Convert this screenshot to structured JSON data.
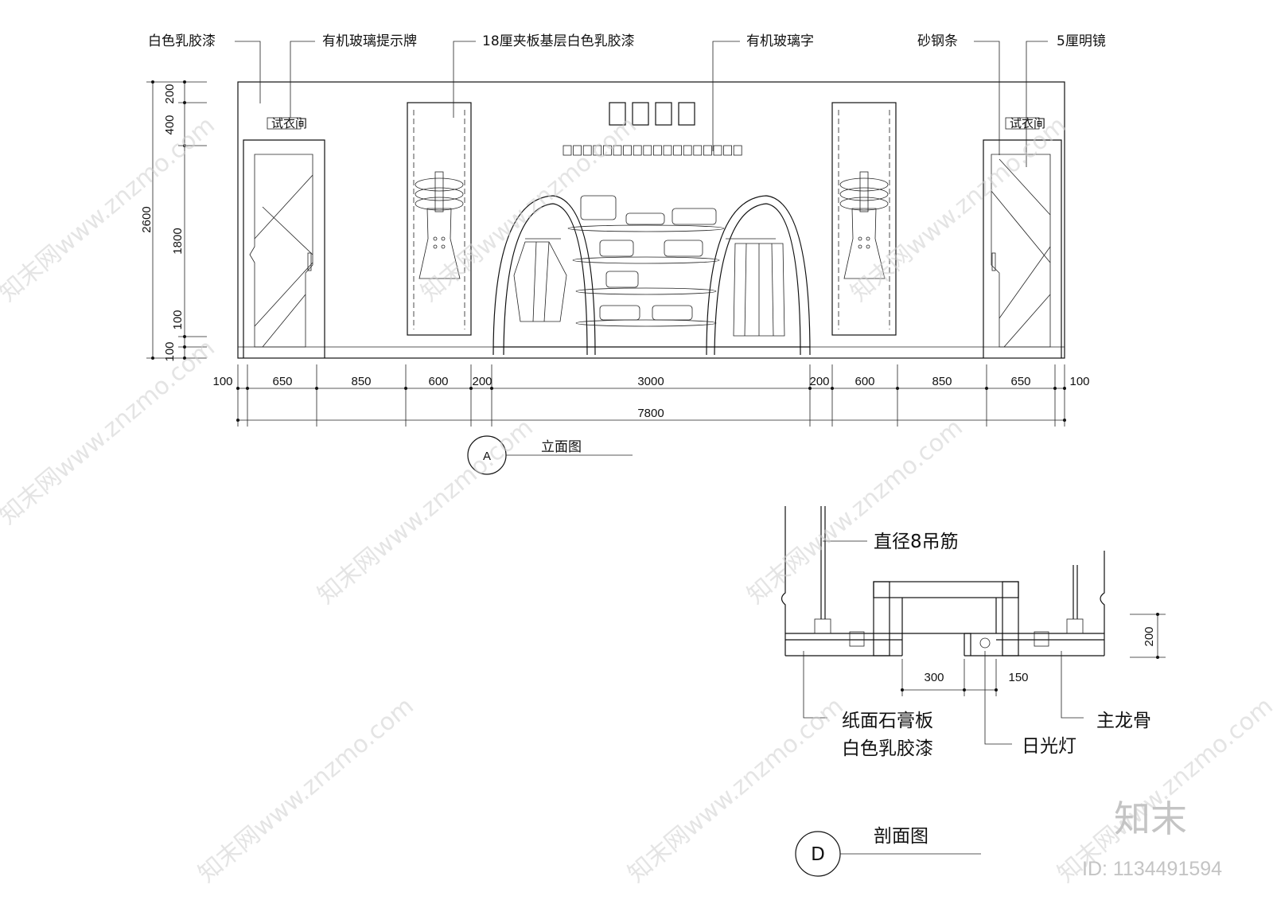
{
  "elevation": {
    "labels": {
      "white_latex_paint": "白色乳胶漆",
      "acrylic_sign": "有机玻璃提示牌",
      "plywood_latex": "18厘夹板基层白色乳胶漆",
      "acrylic_letters": "有机玻璃字",
      "frosted_steel": "砂钢条",
      "mirror": "5厘明镜",
      "fitting_room": "试衣间"
    },
    "vertical_dims": {
      "d200": "200",
      "d400": "400",
      "d2600": "2600",
      "d1800": "1800",
      "d100a": "100",
      "d100b": "100"
    },
    "horizontal_dims": [
      "100",
      "650",
      "850",
      "600",
      "200",
      "3000",
      "200",
      "600",
      "850",
      "650",
      "100"
    ],
    "total_width": "7800",
    "marker": "A",
    "title": "立面图"
  },
  "section": {
    "labels": {
      "hanger_rod": "直径8吊筋",
      "gypsum_board": "纸面石膏板",
      "white_latex_paint": "白色乳胶漆",
      "fluorescent": "日光灯",
      "main_keel": "主龙骨"
    },
    "dims": {
      "d200": "200",
      "d300": "300",
      "d150": "150"
    },
    "marker": "D",
    "title": "剖面图"
  },
  "watermark": {
    "text": "知末网www.znzmo.com",
    "logo": "知末",
    "id": "ID: 1134491594"
  }
}
